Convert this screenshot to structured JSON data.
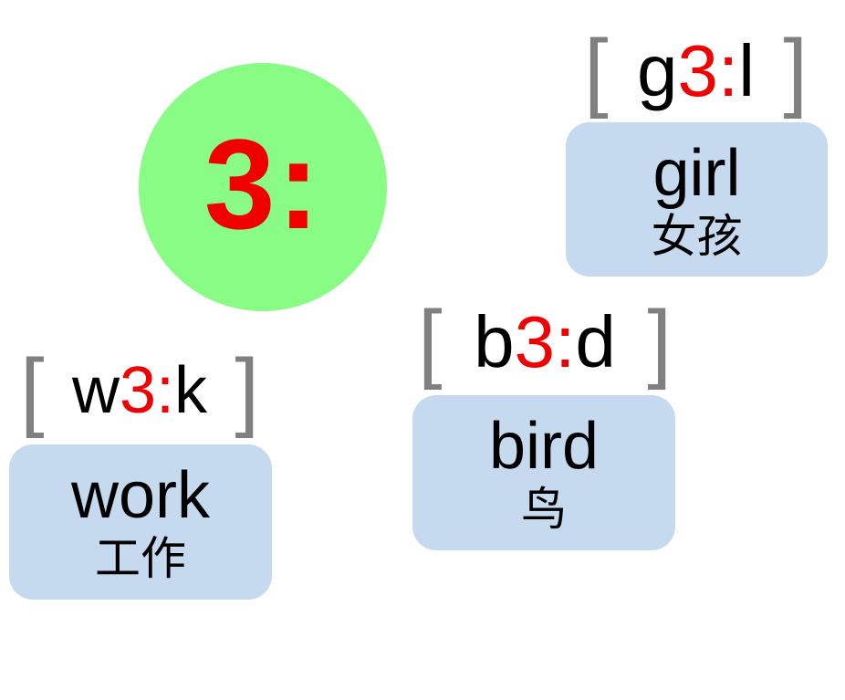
{
  "title_symbol": {
    "text": "3:",
    "circle_color": "#88fc84",
    "text_color": "#f00000"
  },
  "words": [
    {
      "id": "girl",
      "phonetic": {
        "open": "[",
        "before": "g",
        "vowel": "3:",
        "after": "l",
        "close": "]"
      },
      "english": "girl",
      "chinese": "女孩"
    },
    {
      "id": "bird",
      "phonetic": {
        "open": "[",
        "before": "b",
        "vowel": "3:",
        "after": "d",
        "close": "]"
      },
      "english": "bird",
      "chinese": "鸟"
    },
    {
      "id": "work",
      "phonetic": {
        "open": "[",
        "before": "w",
        "vowel": "3:",
        "after": "k",
        "close": "]"
      },
      "english": "work",
      "chinese": "工作"
    }
  ],
  "colors": {
    "card_bg": "#c5daef",
    "bracket": "#808080",
    "highlight": "#f00000"
  }
}
